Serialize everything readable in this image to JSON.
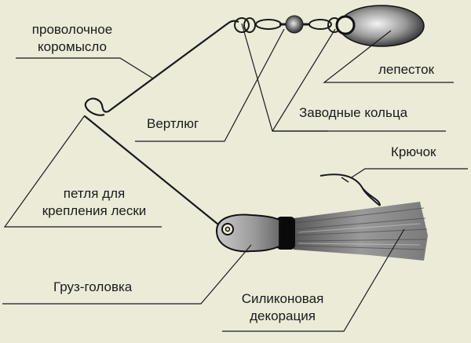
{
  "diagram": {
    "subject": "spinnerbait",
    "colors": {
      "background": "#ecebd8",
      "line": "#1a1a1a",
      "blade_dark": "#2a2a2a",
      "blade_light": "#f2f2f2",
      "collar": "#0a0a0a"
    },
    "labels": {
      "wire_arm_line1": "проволочное",
      "wire_arm_line2": "коромысло",
      "blade": "лепесток",
      "swivel": "Вертлюг",
      "split_rings": "Заводные кольца",
      "hook": "Крючок",
      "line_tie_line1": "петля для",
      "line_tie_line2": "крепления лески",
      "jig_head": "Груз-головка",
      "skirt_line1": "Силиконовая",
      "skirt_line2": "декорация"
    }
  }
}
